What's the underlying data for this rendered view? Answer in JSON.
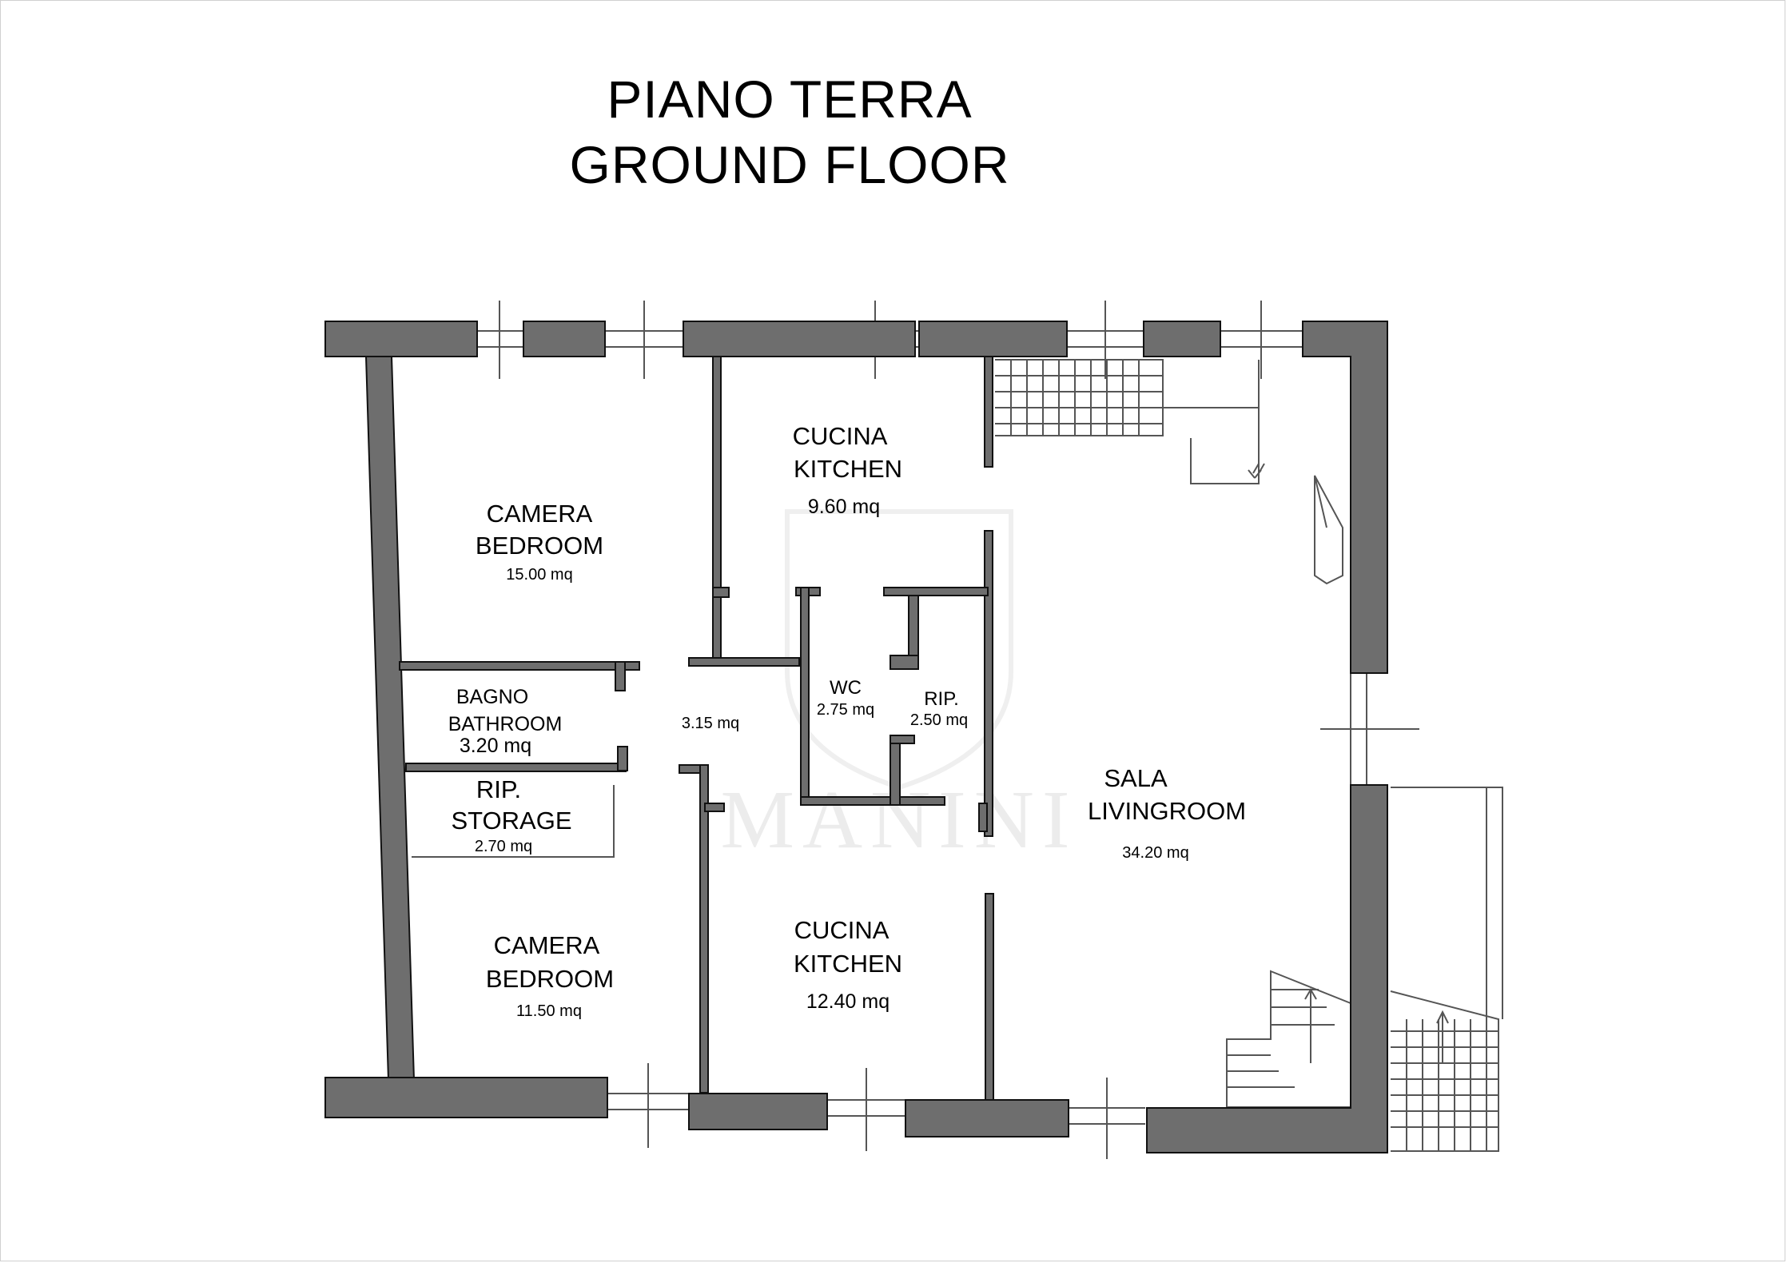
{
  "title": {
    "line1": "PIANO TERRA",
    "line2": "GROUND FLOOR"
  },
  "watermark": "MANINI",
  "rooms": {
    "bedroom_top": {
      "name_it": "CAMERA",
      "name_en": "BEDROOM",
      "area": "15.00 mq"
    },
    "kitchen_top": {
      "name_it": "CUCINA",
      "name_en": "KITCHEN",
      "area": "9.60 mq"
    },
    "bathroom": {
      "name_it": "BAGNO",
      "name_en": "BATHROOM",
      "area": "3.20 mq"
    },
    "hall": {
      "area": "3.15 mq"
    },
    "wc": {
      "name": "WC",
      "area": "2.75 mq"
    },
    "storage_small": {
      "name": "RIP.",
      "area": "2.50 mq"
    },
    "storage": {
      "name_it": "RIP.",
      "name_en": "STORAGE",
      "area": "2.70 mq"
    },
    "living": {
      "name_it": "SALA",
      "name_en": "LIVINGROOM",
      "area": "34.20 mq"
    },
    "bedroom_bottom": {
      "name_it": "CAMERA",
      "name_en": "BEDROOM",
      "area": "11.50 mq"
    },
    "kitchen_bottom": {
      "name_it": "CUCINA",
      "name_en": "KITCHEN",
      "area": "12.40 mq"
    }
  },
  "colors": {
    "wall": "#6e6e6e",
    "line": "#555555",
    "text": "#000000",
    "watermark": "#ececec"
  }
}
